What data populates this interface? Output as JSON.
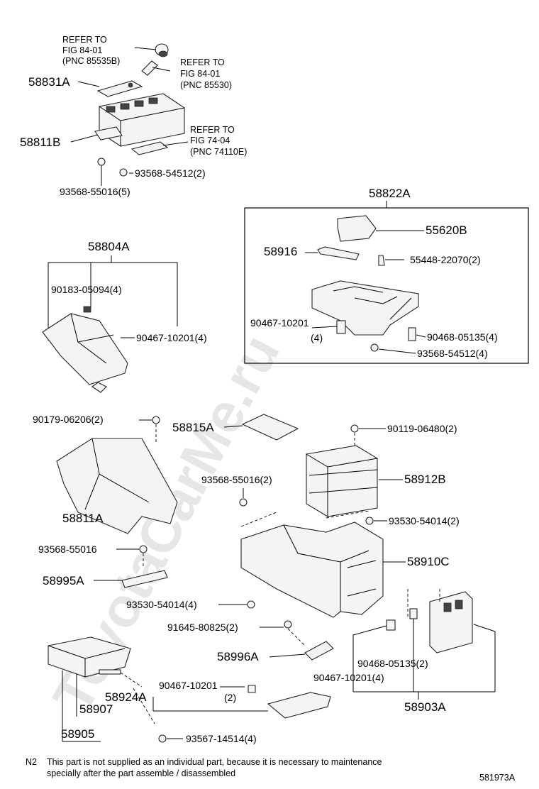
{
  "watermark": "ToyotaCarMe.ru",
  "refs": {
    "r1": {
      "l1": "REFER  TO",
      "l2": "FIG  84-01",
      "l3": "(PNC 85535B)"
    },
    "r2": {
      "l1": "REFER  TO",
      "l2": "FIG  84-01",
      "l3": "(PNC 85530)"
    },
    "r3": {
      "l1": "REFER  TO",
      "l2": "FIG  74-04",
      "l3": "(PNC 74110E)"
    }
  },
  "labels": {
    "p58831A": "58831A",
    "p58811B": "58811B",
    "p93568_54512_2": "93568-54512(2)",
    "p93568_55016_5": "93568-55016(5)",
    "p58822A": "58822A",
    "p55620B": "55620B",
    "p58916": "58916",
    "p55448": "55448-22070(2)",
    "p90467_10201_box": "90467-10201",
    "p4": "(4)",
    "p90468_05135_4": "90468-05135(4)",
    "p93568_54512_4": "93568-54512(4)",
    "p58804A": "58804A",
    "p90183": "90183-05094(4)",
    "p90467_10201_4": "90467-10201(4)",
    "p90179": "90179-06206(2)",
    "p58815A": "58815A",
    "p90119": "90119-06480(2)",
    "p93568_55016_2": "93568-55016(2)",
    "p58912B": "58912B",
    "p58811A": "58811A",
    "p93530_54014_2": "93530-54014(2)",
    "p93568_55016": "93568-55016",
    "p58910C": "58910C",
    "p58995A": "58995A",
    "p93530_54014_4": "93530-54014(4)",
    "p91645": "91645-80825(2)",
    "p58996A": "58996A",
    "p90468_05135_2": "90468-05135(2)",
    "p90467_10201_4b": "90467-10201(4)",
    "p58924A": "58924A",
    "p90467_10201_c": "90467-10201",
    "p2": "(2)",
    "p58907": "58907",
    "p58903A": "58903A",
    "p58905": "58905",
    "p93567": "93567-14514(4)"
  },
  "footnote": {
    "mark": "N2",
    "line1": "This part is not supplied as an individual part, because it is necessary to maintenance",
    "line2": "specially after the part assemble / disassembled"
  },
  "figure_id": "581973A"
}
